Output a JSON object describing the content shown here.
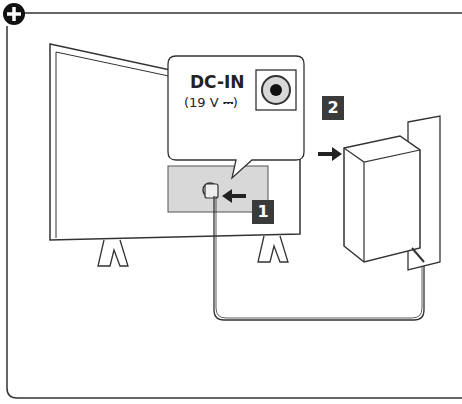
{
  "diagram": {
    "labels": [
      "DC-IN",
      "(19 V ⎓)",
      "1",
      "2"
    ]
  }
}
